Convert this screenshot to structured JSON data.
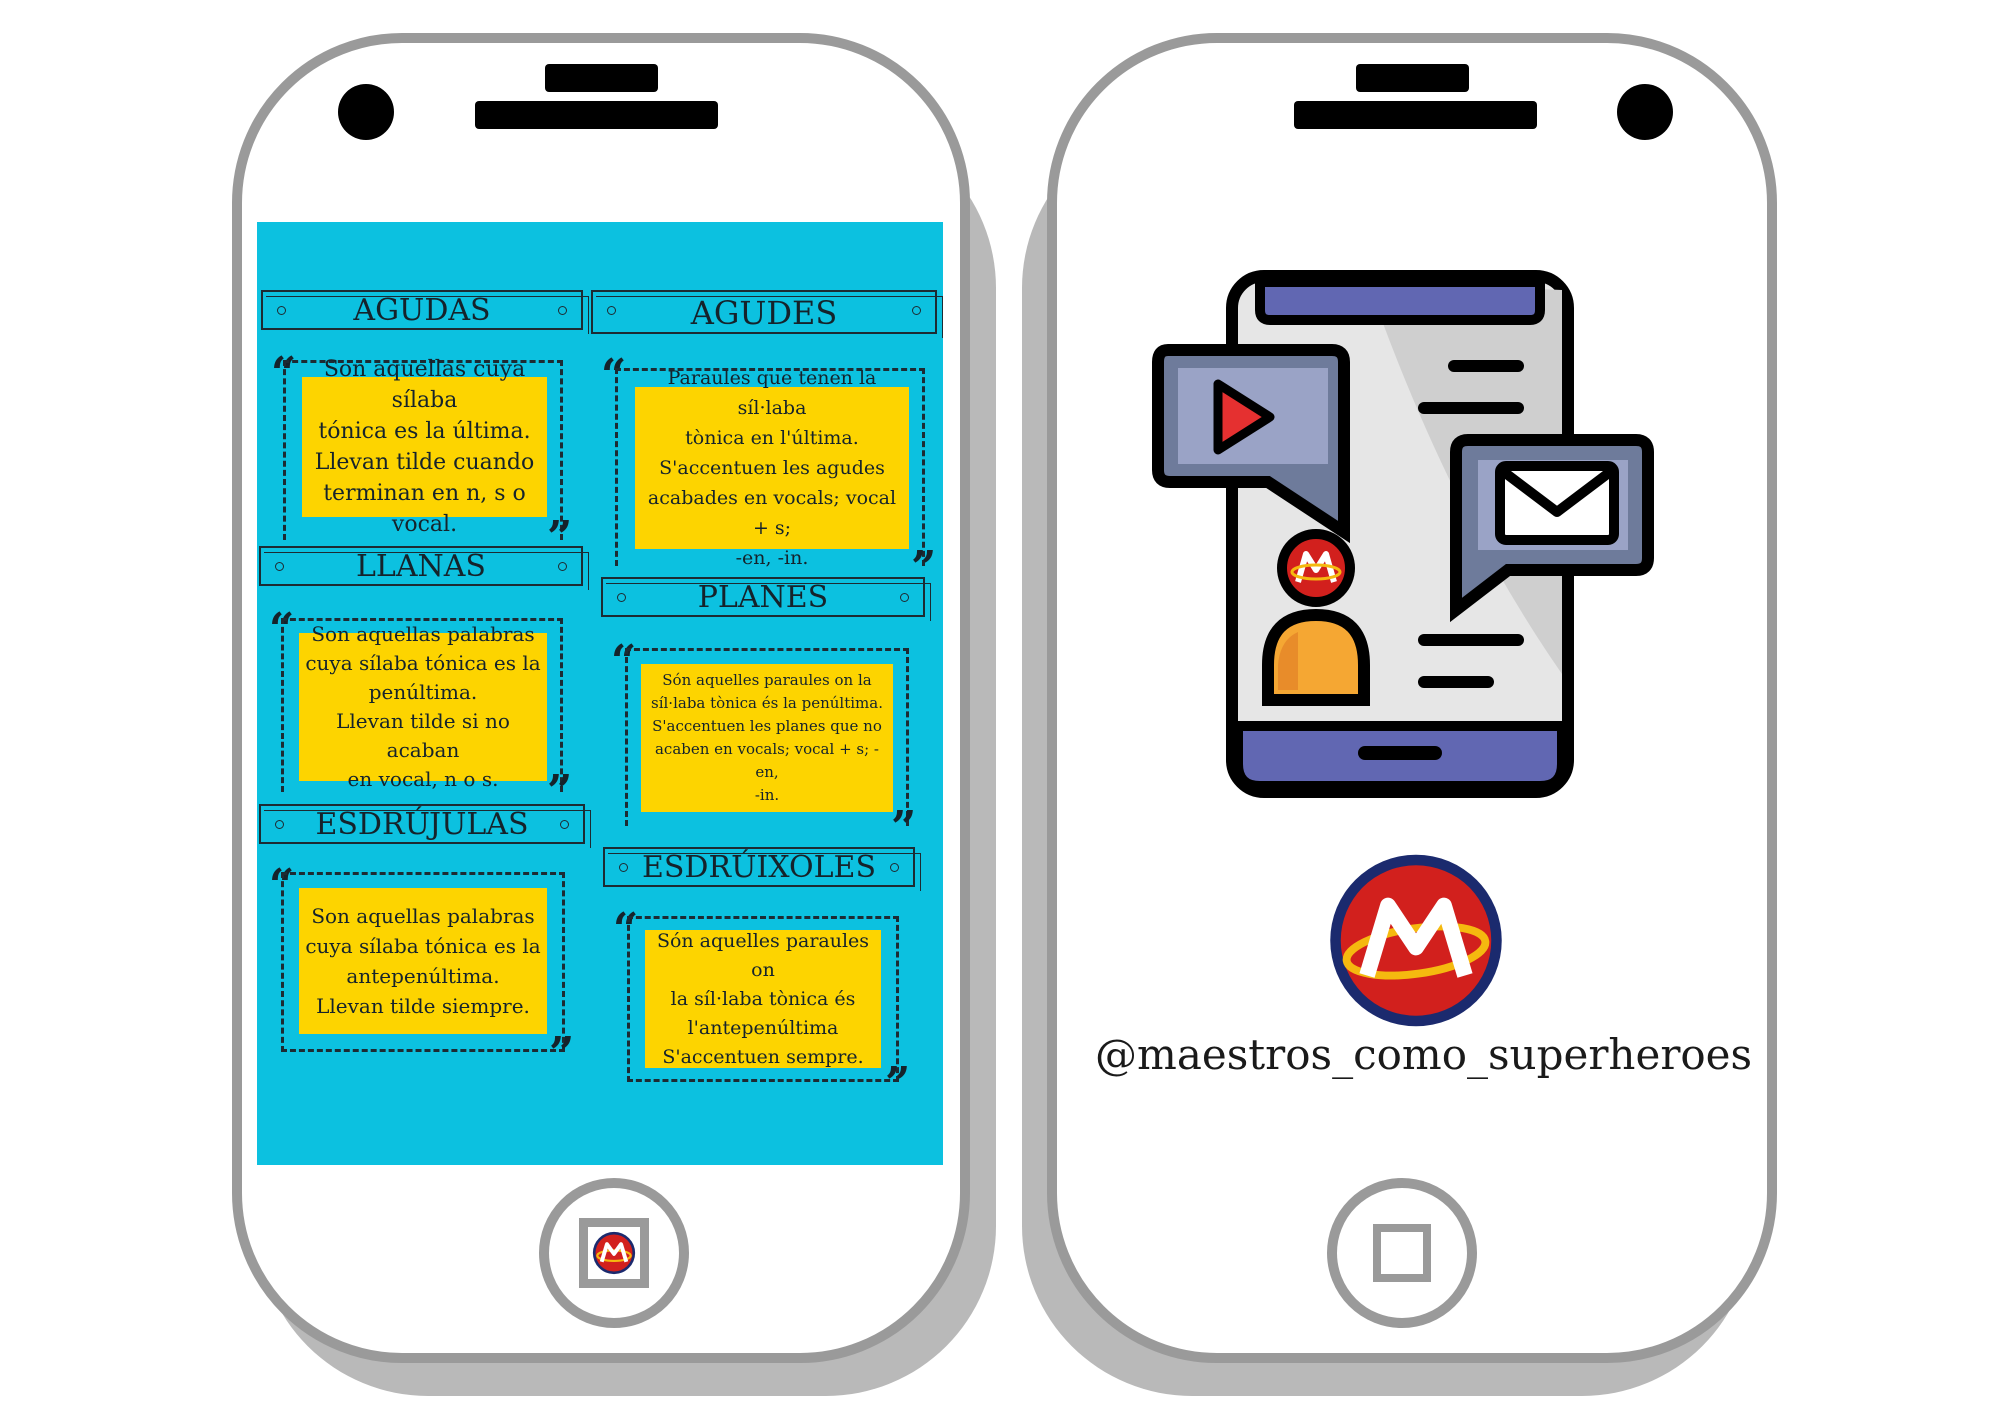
{
  "left_phone": {
    "columns": [
      {
        "sections": [
          {
            "title": "AGUDAS",
            "text": "Son aquellas cuya sílaba\ntónica es la última.\nLlevan tilde cuando\nterminan en n, s o vocal."
          },
          {
            "title": "LLANAS",
            "text": "Son aquellas palabras\ncuya sílaba tónica es la\npenúltima.\nLlevan tilde si no acaban\nen vocal, n o s."
          },
          {
            "title": "ESDRÚJULAS",
            "text": "Son aquellas palabras\ncuya sílaba tónica es la\nantepenúltima.\nLlevan tilde siempre."
          }
        ]
      },
      {
        "sections": [
          {
            "title": "AGUDES",
            "text": "Paraules que tenen la síl·laba\ntònica en l'última.\nS'accentuen les agudes\nacabades en vocals; vocal + s;\n-en, -in."
          },
          {
            "title": "PLANES",
            "text": "Són aquelles paraules on la\nsíl·laba tònica és la penúltima.\nS'accentuen les planes que no\nacaben en vocals; vocal + s; -en,\n-in."
          },
          {
            "title": "ESDRÚIXOLES",
            "text": "Són aquelles paraules on\nla síl·laba tònica  és\nl'antepenúltima\nS'accentuen sempre."
          }
        ]
      }
    ]
  },
  "right_phone": {
    "handle": "@maestros_como_superheroes"
  },
  "colors": {
    "screen_bg": "#0cc1e0",
    "note_bg": "#fdd400",
    "phone_border": "#9a9a9a",
    "logo_red": "#d2201d",
    "logo_gold": "#f5b90f"
  },
  "icons": [
    "video-play-icon",
    "mail-icon",
    "user-avatar-icon",
    "smartphone-icon",
    "logo-icon"
  ]
}
